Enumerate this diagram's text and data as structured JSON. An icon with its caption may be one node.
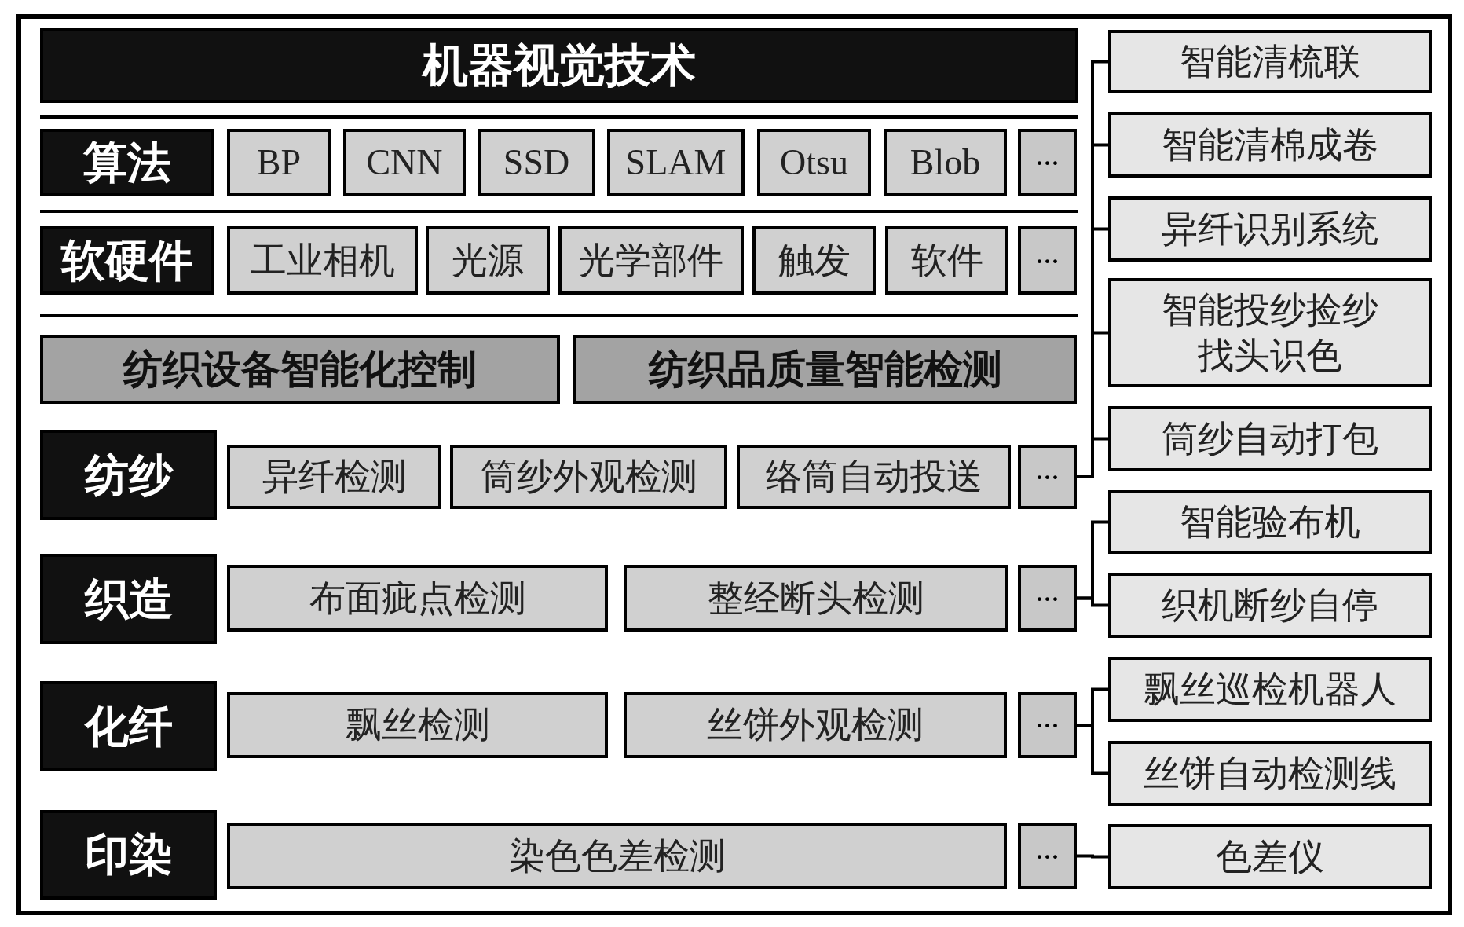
{
  "diagram": {
    "nodes": [
      {
        "text": [
          "机器视觉技术"
        ]
      },
      {
        "text": [
          "算法"
        ]
      },
      {
        "text": [
          "BP"
        ]
      },
      {
        "text": [
          "CNN"
        ]
      },
      {
        "text": [
          "SSD"
        ]
      },
      {
        "text": [
          "SLAM"
        ]
      },
      {
        "text": [
          "Otsu"
        ]
      },
      {
        "text": [
          "Blob"
        ]
      },
      {
        "text": [
          "···"
        ]
      },
      {
        "text": [
          "软硬件"
        ]
      },
      {
        "text": [
          "工业相机"
        ]
      },
      {
        "text": [
          "光源"
        ]
      },
      {
        "text": [
          "光学部件"
        ]
      },
      {
        "text": [
          "触发"
        ]
      },
      {
        "text": [
          "软件"
        ]
      },
      {
        "text": [
          "···"
        ]
      },
      {
        "text": [
          "纺织设备智能化控制"
        ]
      },
      {
        "text": [
          "纺织品质量智能检测"
        ]
      },
      {
        "text": [
          "纺纱"
        ]
      },
      {
        "text": [
          "异纤检测"
        ]
      },
      {
        "text": [
          "筒纱外观检测"
        ]
      },
      {
        "text": [
          "络筒自动投送"
        ]
      },
      {
        "text": [
          "···"
        ]
      },
      {
        "text": [
          "织造"
        ]
      },
      {
        "text": [
          "布面疵点检测"
        ]
      },
      {
        "text": [
          "整经断头检测"
        ]
      },
      {
        "text": [
          "···"
        ]
      },
      {
        "text": [
          "化纤"
        ]
      },
      {
        "text": [
          "飘丝检测"
        ]
      },
      {
        "text": [
          "丝饼外观检测"
        ]
      },
      {
        "text": [
          "···"
        ]
      },
      {
        "text": [
          "印染"
        ]
      },
      {
        "text": [
          "染色色差检测"
        ]
      },
      {
        "text": [
          "···"
        ]
      },
      {
        "text": [
          "智能清梳联"
        ]
      },
      {
        "text": [
          "智能清棉成卷"
        ]
      },
      {
        "text": [
          "异纤识别系统"
        ]
      },
      {
        "text": [
          "智能投纱捡纱找头识色"
        ]
      },
      {
        "text": [
          "筒纱自动打包"
        ]
      },
      {
        "text": [
          "智能验布机"
        ]
      },
      {
        "text": [
          "织机断纱自停"
        ]
      },
      {
        "text": [
          "飘丝巡检机器人"
        ]
      },
      {
        "text": [
          "丝饼自动检测线"
        ]
      },
      {
        "text": [
          "色差仪"
        ]
      }
    ],
    "edges": [
      {
        "from": 22,
        "to": 34,
        "arrow": "none"
      },
      {
        "from": 22,
        "to": 35,
        "arrow": "none"
      },
      {
        "from": 22,
        "to": 36,
        "arrow": "none"
      },
      {
        "from": 22,
        "to": 37,
        "arrow": "none"
      },
      {
        "from": 22,
        "to": 38,
        "arrow": "none"
      },
      {
        "from": 26,
        "to": 39,
        "arrow": "none"
      },
      {
        "from": 26,
        "to": 40,
        "arrow": "none"
      },
      {
        "from": 30,
        "to": 41,
        "arrow": "none"
      },
      {
        "from": 30,
        "to": 42,
        "arrow": "none"
      },
      {
        "from": 33,
        "to": 43,
        "arrow": "none"
      }
    ]
  }
}
